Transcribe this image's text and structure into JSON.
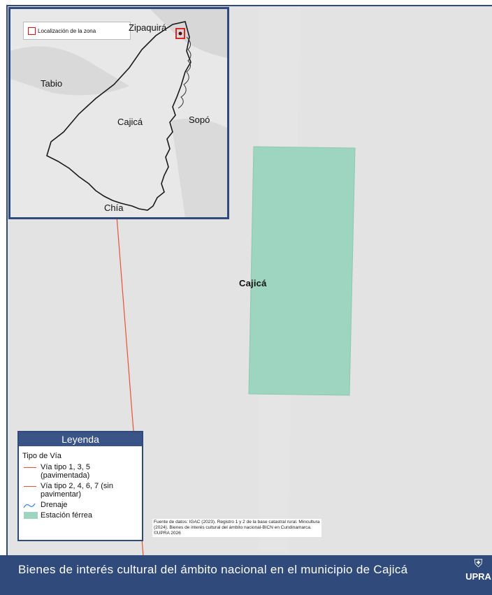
{
  "map": {
    "main_label": "Cajicá",
    "colors": {
      "background": "#e3e3e3",
      "station": "#9dd5c0",
      "road": "#e8513a",
      "frame": "#2f4a7b"
    }
  },
  "inset": {
    "legend_label": "Localización de la zona",
    "labels": {
      "zipaquira": "Zipaquirá",
      "tabio": "Tabio",
      "cajica": "Cajicá",
      "sopo": "Sopó",
      "chia": "Chía"
    }
  },
  "legend": {
    "title": "Leyenda",
    "subtitle": "Tipo de Vía",
    "items": [
      {
        "label": "Vía tipo 1, 3, 5 (pavimentada)",
        "icon": "road-line-icon"
      },
      {
        "label": "Vía tipo 2, 4, 6, 7 (sin pavimentar)",
        "icon": "road-line-icon"
      },
      {
        "label": "Drenaje",
        "icon": "drainage-icon"
      },
      {
        "label": "Estación férrea",
        "icon": "rail-station-swatch"
      }
    ]
  },
  "source_text": "Fuente de datos: IGAC (2023). Registro 1 y 2 de la base catastral rural. Mincultura (2024). Bienes de interés cultural del ámbito nacional-BICN en Cundinamarca. ©UPRA 2026",
  "footer": {
    "title": "Bienes de interés cultural del ámbito nacional en el municipio de Cajicá",
    "logo_text": "UPRA"
  }
}
